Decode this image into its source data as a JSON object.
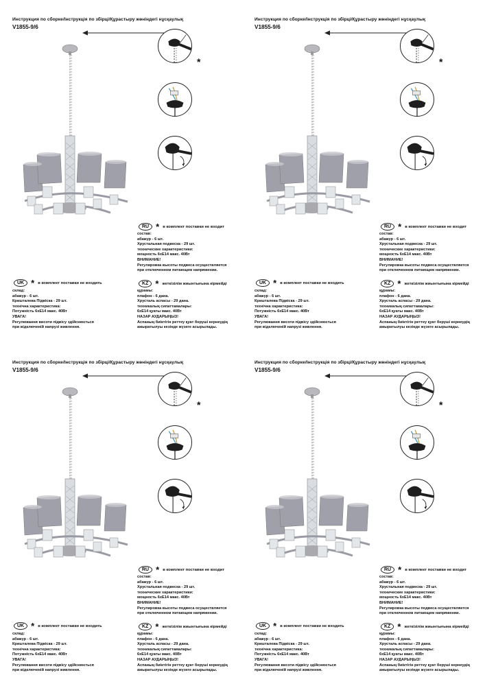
{
  "title": "Инструкция по сборке/Інструкція по збірці/Құрастыру жөніндегі нұсқаулық",
  "model": "V1855-9/6",
  "star_symbol": "*",
  "ru": {
    "badge": "RU",
    "note": "в комплект поставки не входит",
    "lines": [
      "состав:",
      "абажур - 6 шт.",
      "Хрустальная подвеска - 29 шт.",
      "технические характеристики:",
      "мощность 6хЕ14 макс. 40Вт",
      "ВНИМАНИЕ!",
      "Регулировка высоты подвеса осуществляется",
      "при отключенном питающем напряжении."
    ]
  },
  "uk": {
    "badge": "UK",
    "note": "в комплект поставки не входить",
    "lines": [
      "склад:",
      "абажур - 6 шт.",
      "Кришталева Підвіска - 29 шт.",
      "технічна характеристика:",
      "Потужність 6хЕ14 макс. 40Вт",
      "УВАГА!",
      "Регулювання висоти підвісу здійснюється",
      "при відключеній напрузі живлення."
    ]
  },
  "kz": {
    "badge": "KZ",
    "note": "жеткізілім жиынтығына кірмейді",
    "lines": [
      "құрамы:",
      "плафон - 6 дана.",
      "Хрусталь аспасы - 29 дана.",
      "техникалық сипаттамалары:",
      "6хЕ14 қуаты макс. 40Вт",
      "НАЗАР АУДАРЫҢЫЗ!",
      "Аспаның биіктігін реттеу қуат беруші кернеудің",
      "ажыратылуы кезінде жүзеге асырылады."
    ]
  },
  "colors": {
    "text": "#111111",
    "shade": "#9a9aa4",
    "metal": "#b9b9bd",
    "crystal": "#d9dde2",
    "canopy": "#1e1e1e"
  },
  "icons": [
    "chandelier-illustration",
    "arrow-icon",
    "canopy-detail-icon",
    "wiring-detail-icon",
    "height-adjust-icon",
    "star-icon"
  ]
}
